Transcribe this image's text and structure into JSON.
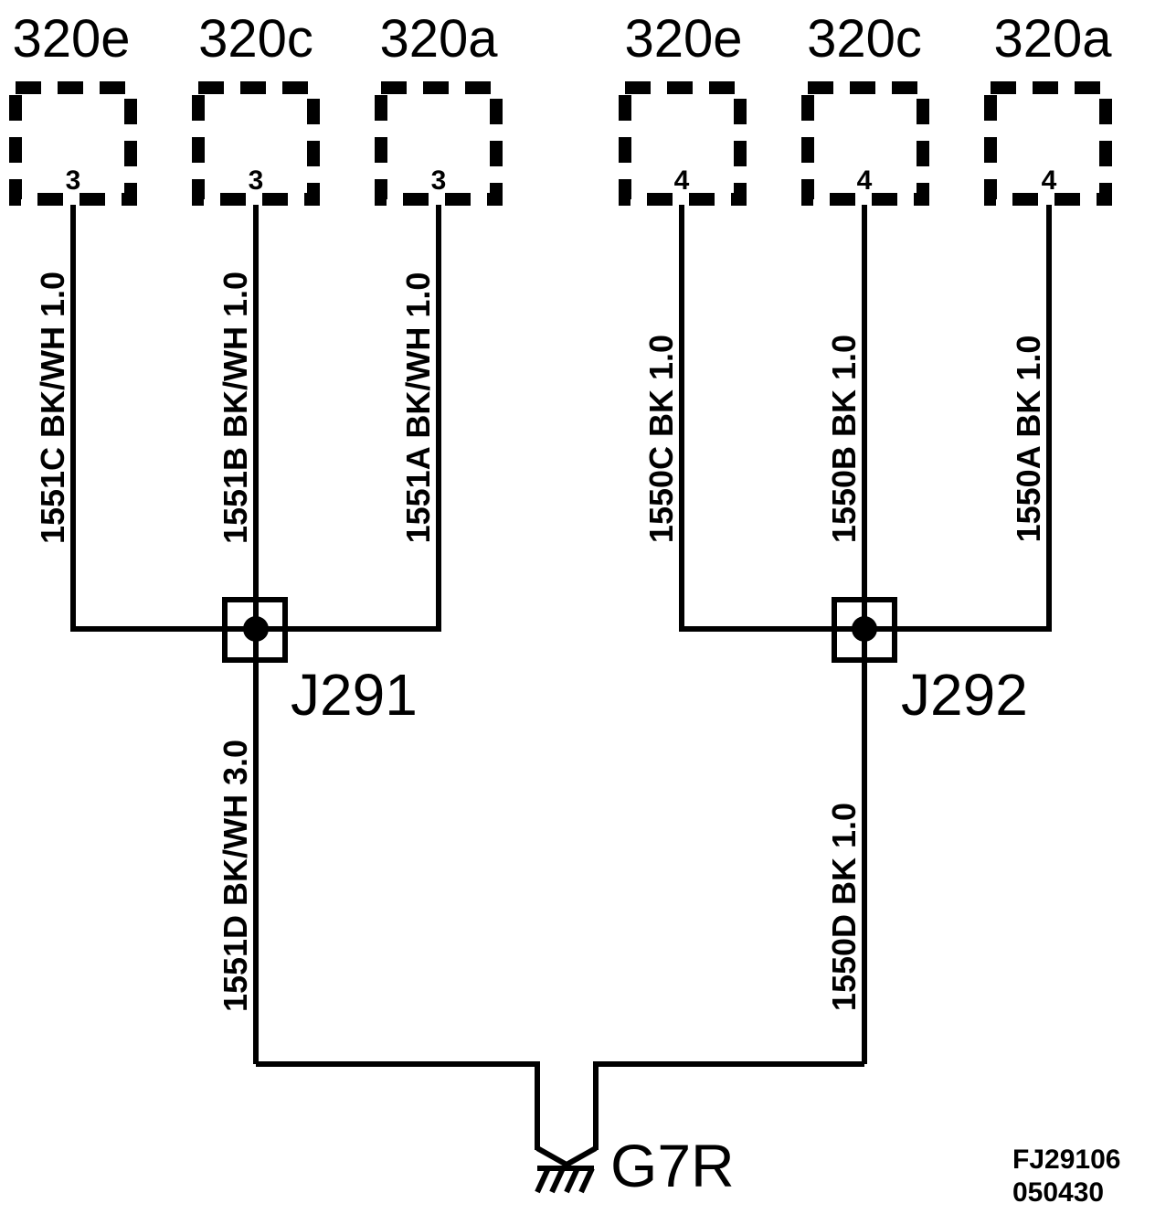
{
  "connectors": [
    {
      "name": "320e",
      "pin": "3"
    },
    {
      "name": "320c",
      "pin": "3"
    },
    {
      "name": "320a",
      "pin": "3"
    },
    {
      "name": "320e",
      "pin": "4"
    },
    {
      "name": "320c",
      "pin": "4"
    },
    {
      "name": "320a",
      "pin": "4"
    }
  ],
  "wires": [
    {
      "label": "1551C BK/WH 1.0"
    },
    {
      "label": "1551B BK/WH 1.0"
    },
    {
      "label": "1551A BK/WH 1.0"
    },
    {
      "label": "1550C BK 1.0"
    },
    {
      "label": "1550B BK 1.0"
    },
    {
      "label": "1550A BK 1.0"
    },
    {
      "label": "1551D BK/WH 3.0"
    },
    {
      "label": "1550D BK 1.0"
    }
  ],
  "junctions": [
    {
      "name": "J291"
    },
    {
      "name": "J292"
    }
  ],
  "ground": {
    "name": "G7R"
  },
  "footer": {
    "code_line1": "FJ29106",
    "code_line2": "050430"
  }
}
